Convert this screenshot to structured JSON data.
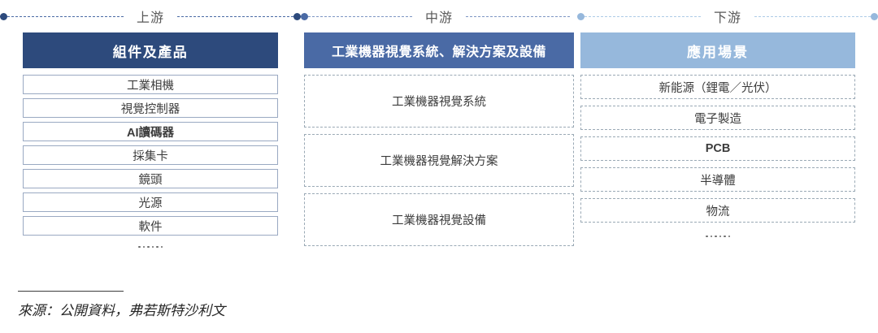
{
  "stages": [
    {
      "label": "上游",
      "accent": "#2d4a7c",
      "start_dot": true,
      "end_dot": true,
      "header": "組件及產品",
      "border_style": "solid",
      "items": [
        {
          "text": "工業相機",
          "bold": false
        },
        {
          "text": "視覺控制器",
          "bold": false
        },
        {
          "text": "AI讀碼器",
          "bold": true
        },
        {
          "text": "採集卡",
          "bold": false
        },
        {
          "text": "鏡頭",
          "bold": false
        },
        {
          "text": "光源",
          "bold": false
        },
        {
          "text": "軟件",
          "bold": false
        }
      ],
      "ellipsis": true
    },
    {
      "label": "中游",
      "accent": "#4a6aa5",
      "start_dot": true,
      "end_dot": false,
      "header": "工業機器視覺系統、解決方案及設備",
      "border_style": "dashed",
      "items": [
        {
          "text": "工業機器視覺系統",
          "bold": false
        },
        {
          "text": "工業機器視覺解決方案",
          "bold": false
        },
        {
          "text": "工業機器視覺設備",
          "bold": false
        }
      ],
      "ellipsis": false
    },
    {
      "label": "下游",
      "accent": "#96b8dc",
      "start_dot": true,
      "end_dot": true,
      "header": "應用場景",
      "border_style": "dashed",
      "items": [
        {
          "text": "新能源（鋰電／光伏）",
          "bold": false
        },
        {
          "text": "電子製造",
          "bold": false
        },
        {
          "text": "PCB",
          "bold": true
        },
        {
          "text": "半導體",
          "bold": false
        },
        {
          "text": "物流",
          "bold": false
        }
      ],
      "ellipsis": true
    }
  ],
  "footer": {
    "source": "來源：公開資料，弗若斯特沙利文"
  },
  "colors": {
    "upstream": "#2d4a7c",
    "midstream": "#4a6aa5",
    "downstream": "#96b8dc",
    "item_text": "#3c3c3c",
    "label_text": "#595959"
  }
}
